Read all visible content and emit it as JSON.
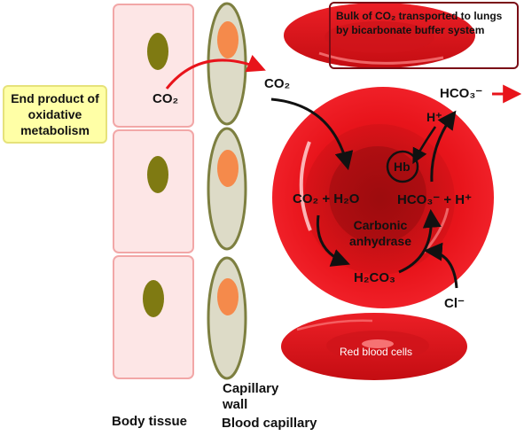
{
  "labels": {
    "end_product": "End product of oxidative metabolism",
    "bulk_note": "Bulk of CO₂ transported to lungs by bicarbonate buffer system",
    "co2_tissue": "CO₂",
    "co2_plasma": "CO₂",
    "hco3_out": "HCO₃⁻",
    "h_plus_top": "H⁺",
    "hb": "Hb",
    "co2_h2o": "CO₂ + H₂O",
    "hco3_h": "HCO₃⁻ + H⁺",
    "enzyme": "Carbonic anhydrase",
    "h2co3": "H₂CO₃",
    "cl": "Cl⁻",
    "red_blood_cells": "Red blood cells",
    "capillary_wall": "Capillary wall",
    "blood_capillary": "Blood capillary",
    "body_tissue": "Body tissue"
  },
  "colors": {
    "rbc_red": "#e8141b",
    "rbc_dark": "#a30e10",
    "tissue_fill": "#fde6e6",
    "tissue_border": "#f2a7a7",
    "nucleus": "#7f7a12",
    "capillary_fill": "#dddbc7",
    "capillary_border": "#7d7f40",
    "capillary_nucleus": "#f58a4b",
    "note_border": "#7a0d16",
    "callout_fill": "#ffffa6",
    "callout_border": "#e6e27a"
  }
}
